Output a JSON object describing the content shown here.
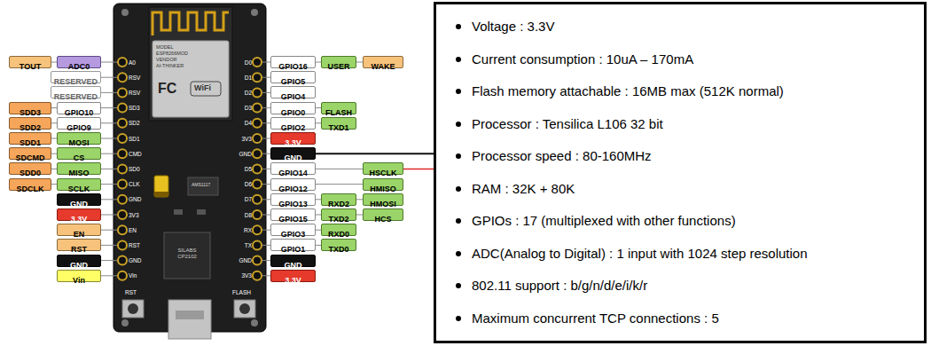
{
  "diagram": {
    "nodes": [
      {
        "text": [
          "TOUT"
        ]
      },
      {
        "text": [
          "ADC0"
        ]
      },
      {
        "text": [
          "RESERVED"
        ]
      },
      {
        "text": [
          "RESERVED"
        ]
      },
      {
        "text": [
          "SDD3"
        ]
      },
      {
        "text": [
          "GPIO10"
        ]
      },
      {
        "text": [
          "SDD2"
        ]
      },
      {
        "text": [
          "GPIO9"
        ]
      },
      {
        "text": [
          "SDD1"
        ]
      },
      {
        "text": [
          "MOSI"
        ]
      },
      {
        "text": [
          "SDCMD"
        ]
      },
      {
        "text": [
          "CS"
        ]
      },
      {
        "text": [
          "SDD0"
        ]
      },
      {
        "text": [
          "MISO"
        ]
      },
      {
        "text": [
          "SDCLK"
        ]
      },
      {
        "text": [
          "SCLK"
        ]
      },
      {
        "text": [
          "GND"
        ]
      },
      {
        "text": [
          "3.3V"
        ]
      },
      {
        "text": [
          "EN"
        ]
      },
      {
        "text": [
          "RST"
        ]
      },
      {
        "text": [
          "GND"
        ]
      },
      {
        "text": [
          "Vin"
        ]
      },
      {
        "text": [
          "GPIO16"
        ]
      },
      {
        "text": [
          "USER"
        ]
      },
      {
        "text": [
          "WAKE"
        ]
      },
      {
        "text": [
          "GPIO5"
        ]
      },
      {
        "text": [
          "GPIO4"
        ]
      },
      {
        "text": [
          "GPIO0"
        ]
      },
      {
        "text": [
          "FLASH"
        ]
      },
      {
        "text": [
          "GPIO2"
        ]
      },
      {
        "text": [
          "TXD1"
        ]
      },
      {
        "text": [
          "3.3V"
        ]
      },
      {
        "text": [
          "GND"
        ]
      },
      {
        "text": [
          "GPIO14"
        ]
      },
      {
        "text": [
          "HSCLK"
        ]
      },
      {
        "text": [
          "GPIO12"
        ]
      },
      {
        "text": [
          "HMISO"
        ]
      },
      {
        "text": [
          "GPIO13"
        ]
      },
      {
        "text": [
          "RXD2"
        ]
      },
      {
        "text": [
          "HMOSI"
        ]
      },
      {
        "text": [
          "GPIO15"
        ]
      },
      {
        "text": [
          "TXD2"
        ]
      },
      {
        "text": [
          "HCS"
        ]
      },
      {
        "text": [
          "GPIO3"
        ]
      },
      {
        "text": [
          "RXD0"
        ]
      },
      {
        "text": [
          "GPIO1"
        ]
      },
      {
        "text": [
          "TXD0"
        ]
      },
      {
        "text": [
          "GND"
        ]
      },
      {
        "text": [
          "3.3V"
        ]
      },
      {
        "text": [
          "Voltage : 3.3V",
          "Current consumption : 10uA – 170mA",
          "Flash memory attachable : 16MB max (512K normal)",
          "Processor : Tensilica L106 32 bit",
          "Processor speed : 80-160MHz",
          "RAM : 32K + 80K",
          "GPIOs : 17 (multiplexed with other functions)",
          "ADC(Analog to Digital) : 1 input with 1024 step resolution",
          "802.11 support : b/g/n/d/e/i/k/r",
          "Maximum concurrent TCP connections : 5"
        ]
      }
    ],
    "edges": [
      {
        "from": 0,
        "to": 1,
        "arrow": "none"
      },
      {
        "from": 4,
        "to": 5,
        "arrow": "none"
      },
      {
        "from": 6,
        "to": 7,
        "arrow": "none"
      },
      {
        "from": 8,
        "to": 9,
        "arrow": "none"
      },
      {
        "from": 10,
        "to": 11,
        "arrow": "none"
      },
      {
        "from": 12,
        "to": 13,
        "arrow": "none"
      },
      {
        "from": 14,
        "to": 15,
        "arrow": "none"
      },
      {
        "from": 22,
        "to": 23,
        "arrow": "none"
      },
      {
        "from": 23,
        "to": 24,
        "arrow": "none"
      },
      {
        "from": 27,
        "to": 28,
        "arrow": "none"
      },
      {
        "from": 29,
        "to": 30,
        "arrow": "none"
      },
      {
        "from": 33,
        "to": 34,
        "arrow": "none"
      },
      {
        "from": 35,
        "to": 36,
        "arrow": "none"
      },
      {
        "from": 37,
        "to": 38,
        "arrow": "none"
      },
      {
        "from": 38,
        "to": 39,
        "arrow": "none"
      },
      {
        "from": 40,
        "to": 41,
        "arrow": "none"
      },
      {
        "from": 41,
        "to": 42,
        "arrow": "none"
      },
      {
        "from": 43,
        "to": 44,
        "arrow": "none"
      },
      {
        "from": 45,
        "to": 46,
        "arrow": "none"
      },
      {
        "from": 32,
        "to": 49,
        "arrow": "none"
      },
      {
        "from": 34,
        "to": 49,
        "arrow": "none"
      }
    ],
    "labels": [
      "A0",
      "RSV",
      "RSV",
      "SD3",
      "SD2",
      "SD1",
      "CMD",
      "SD0",
      "CLK",
      "GND",
      "3V3",
      "EN",
      "RST",
      "GND",
      "Vin",
      "D0",
      "D1",
      "D2",
      "D3",
      "D4",
      "3V3",
      "GND",
      "D5",
      "D6",
      "D7",
      "D8",
      "RX",
      "TX",
      "GND",
      "3V3",
      "MODEL",
      "ESP8266MOD",
      "VENDOR",
      "AI-THINKER",
      "FC",
      "WiFi",
      "AMS1117",
      "SILABS CP2102",
      "RST",
      "FLASH"
    ]
  }
}
